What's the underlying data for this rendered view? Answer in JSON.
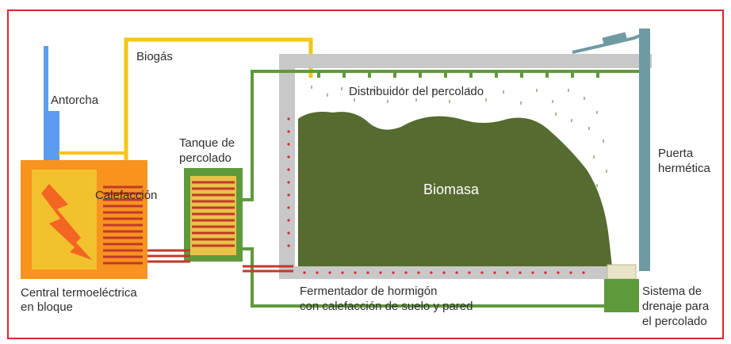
{
  "labels": {
    "antorcha": "Antorcha",
    "biogas": "Biogás",
    "distribuidor": "Distribuidor del percolado",
    "tanque_1": "Tanque de",
    "tanque_2": "percolado",
    "calefaccion": "Calefacción",
    "biomasa": "Biomasa",
    "puerta_1": "Puerta",
    "puerta_2": "hermética",
    "central_1": "Central termoeléctrica",
    "central_2": "en bloque",
    "fermentador_1": "Fermentador de hormigón",
    "fermentador_2": "con calefacción de suelo y pared",
    "sistema_1": "Sistema de",
    "sistema_2": "drenaje para",
    "sistema_3": "el percolado"
  },
  "colors": {
    "frame_border": "#d7262e",
    "biogas_pipe": "#f5c519",
    "percolate_pipe": "#5f9a3a",
    "torch_pipe": "#5b9cf0",
    "chp_outer": "#f7931e",
    "chp_inner": "#f2c12e",
    "heating_coil": "#c0392b",
    "concrete": "#c8c8c8",
    "biomass": "#556b2f",
    "door": "#6e9aa3",
    "heat_arrow": "#f26522"
  }
}
